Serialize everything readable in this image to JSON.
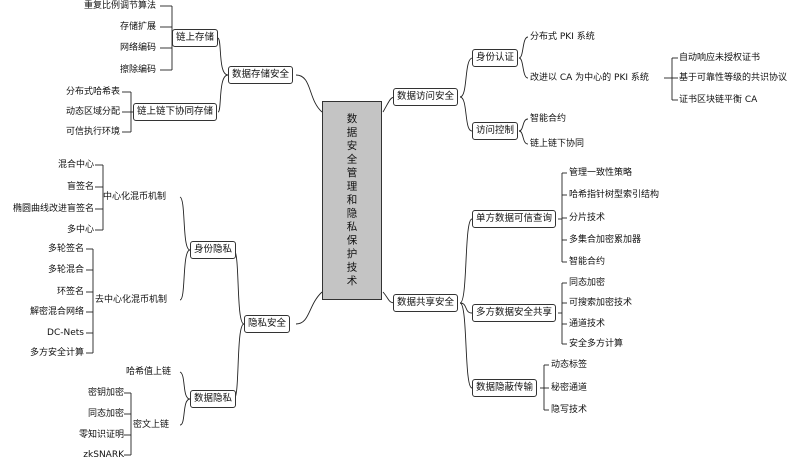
{
  "center": "数据安全管理和隐私保护技术",
  "left": {
    "storage": {
      "label": "数据存储安全",
      "onchain": {
        "label": "链上存储",
        "items": [
          "重复比例调节算法",
          "存储扩展",
          "网络编码",
          "擦除编码"
        ]
      },
      "offchain": {
        "label": "链上链下协同存储",
        "items": [
          "分布式哈希表",
          "动态区域分配",
          "可信执行环境"
        ]
      }
    },
    "privacy": {
      "label": "隐私安全",
      "identity": {
        "label": "身份隐私",
        "central": {
          "label": "中心化混币机制",
          "items": [
            "混合中心",
            "盲签名",
            "椭圆曲线改进盲签名",
            "多中心"
          ]
        },
        "decentral": {
          "label": "去中心化混币机制",
          "items": [
            "多轮签名",
            "多轮混合",
            "环签名",
            "解密混合网络",
            "DC-Nets",
            "多方安全计算"
          ]
        }
      },
      "data": {
        "label": "数据隐私",
        "hash": "哈希值上链",
        "cipher": {
          "label": "密文上链",
          "items": [
            "密钥加密",
            "同态加密",
            "零知识证明",
            "zkSNARK"
          ]
        }
      }
    }
  },
  "right": {
    "access": {
      "label": "数据访问安全",
      "auth": {
        "label": "身份认证",
        "pki": "分布式 PKI 系统",
        "ca": {
          "label": "改进以 CA 为中心的 PKI 系统",
          "items": [
            "自动响应未授权证书",
            "基于可靠性等级的共识协议",
            "证书区块链平衡 CA"
          ]
        }
      },
      "control": {
        "label": "访问控制",
        "items": [
          "智能合约",
          "链上链下协同"
        ]
      }
    },
    "sharing": {
      "label": "数据共享安全",
      "single": {
        "label": "单方数据可信查询",
        "items": [
          "管理一致性策略",
          "哈希指针树型索引结构",
          "分片技术",
          "多集合加密累加器",
          "智能合约"
        ]
      },
      "multi": {
        "label": "多方数据安全共享",
        "items": [
          "同态加密",
          "可搜索加密技术",
          "通道技术",
          "安全多方计算"
        ]
      },
      "hidden": {
        "label": "数据隐蔽传输",
        "items": [
          "动态标签",
          "秘密通道",
          "隐写技术"
        ]
      }
    }
  }
}
